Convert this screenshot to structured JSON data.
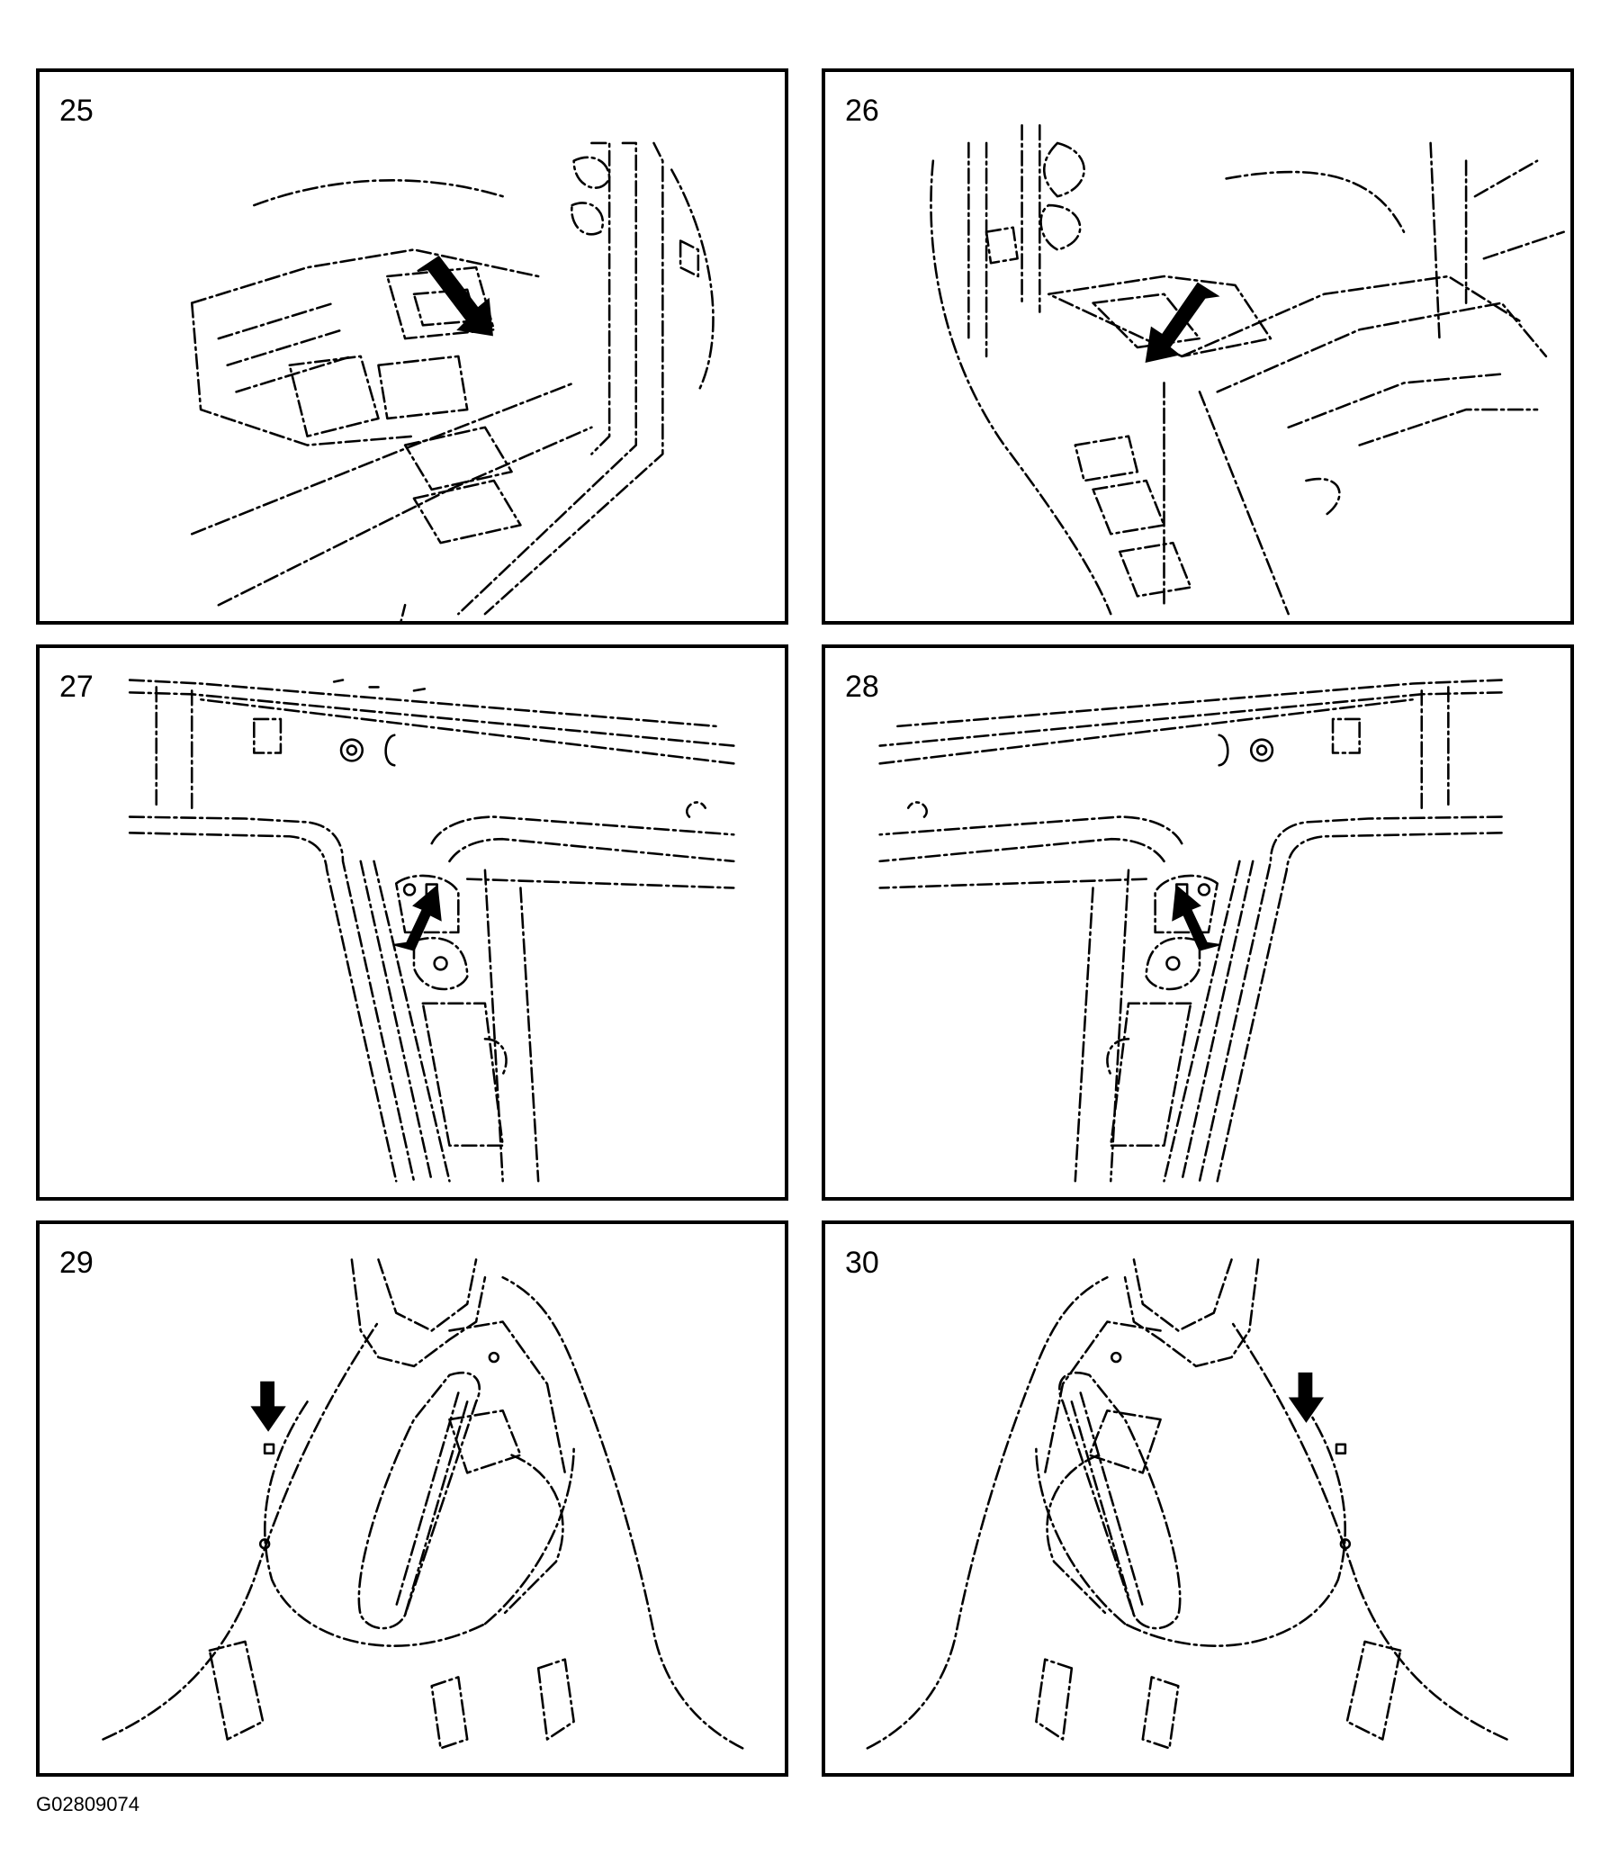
{
  "panels": [
    {
      "number": "25"
    },
    {
      "number": "26"
    },
    {
      "number": "27"
    },
    {
      "number": "28"
    },
    {
      "number": "29"
    },
    {
      "number": "30"
    }
  ],
  "figure_code": "G02809074"
}
